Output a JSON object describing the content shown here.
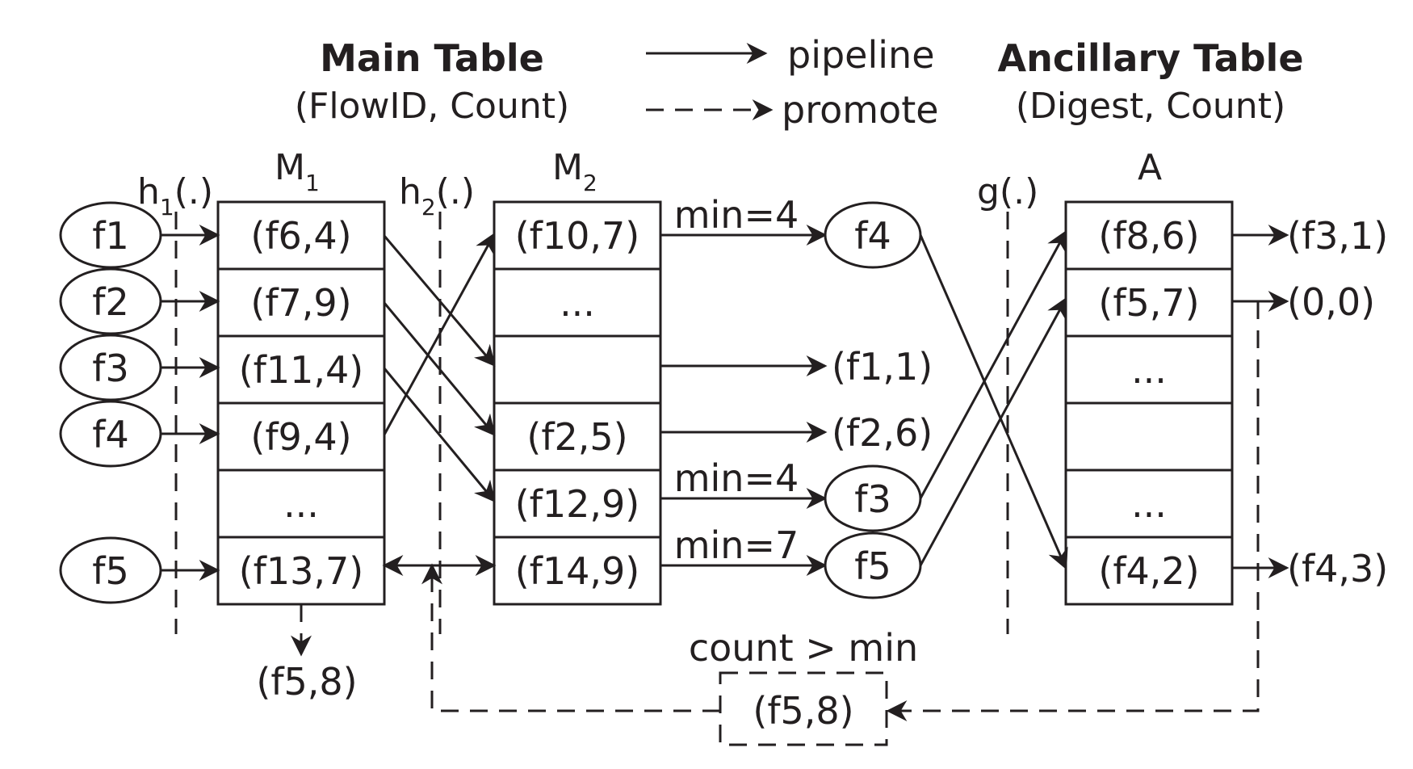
{
  "legend": {
    "main_title": "Main Table",
    "main_sub": "(FlowID, Count)",
    "pipeline": "pipeline",
    "promote": "promote",
    "anc_title": "Ancillary Table",
    "anc_sub": "(Digest, Count)"
  },
  "hash": {
    "h1": "h",
    "h1_sub": "1",
    "h1_tail": "(.)",
    "h2": "h",
    "h2_sub": "2",
    "h2_tail": "(.)",
    "g": "g(.)"
  },
  "tables": {
    "m1": {
      "name": "M",
      "sub": "1",
      "cells": [
        "(f6,4)",
        "(f7,9)",
        "(f11,4)",
        "(f9,4)",
        "...",
        "(f13,7)"
      ]
    },
    "m2": {
      "name": "M",
      "sub": "2",
      "cells": [
        "(f10,7)",
        "...",
        "",
        "(f2,5)",
        "(f12,9)",
        "(f14,9)"
      ]
    },
    "a": {
      "name": "A",
      "cells": [
        "(f8,6)",
        "(f5,7)",
        "...",
        "",
        "...",
        "(f4,2)"
      ]
    }
  },
  "inputs": [
    "f1",
    "f2",
    "f3",
    "f4",
    "f5"
  ],
  "middle": {
    "min1": "min=4",
    "node1": "f4",
    "out1": "(f1,1)",
    "out2": "(f2,6)",
    "min2": "min=4",
    "node2": "f3",
    "min3": "min=7",
    "node3": "f5"
  },
  "right_outputs": [
    "(f3,1)",
    "(0,0)",
    "(f4,3)"
  ],
  "bottom": {
    "m1_out": "(f5,8)",
    "cond": "count > min",
    "promoted": "(f5,8)"
  },
  "colors": {
    "ink": "#231f20"
  }
}
